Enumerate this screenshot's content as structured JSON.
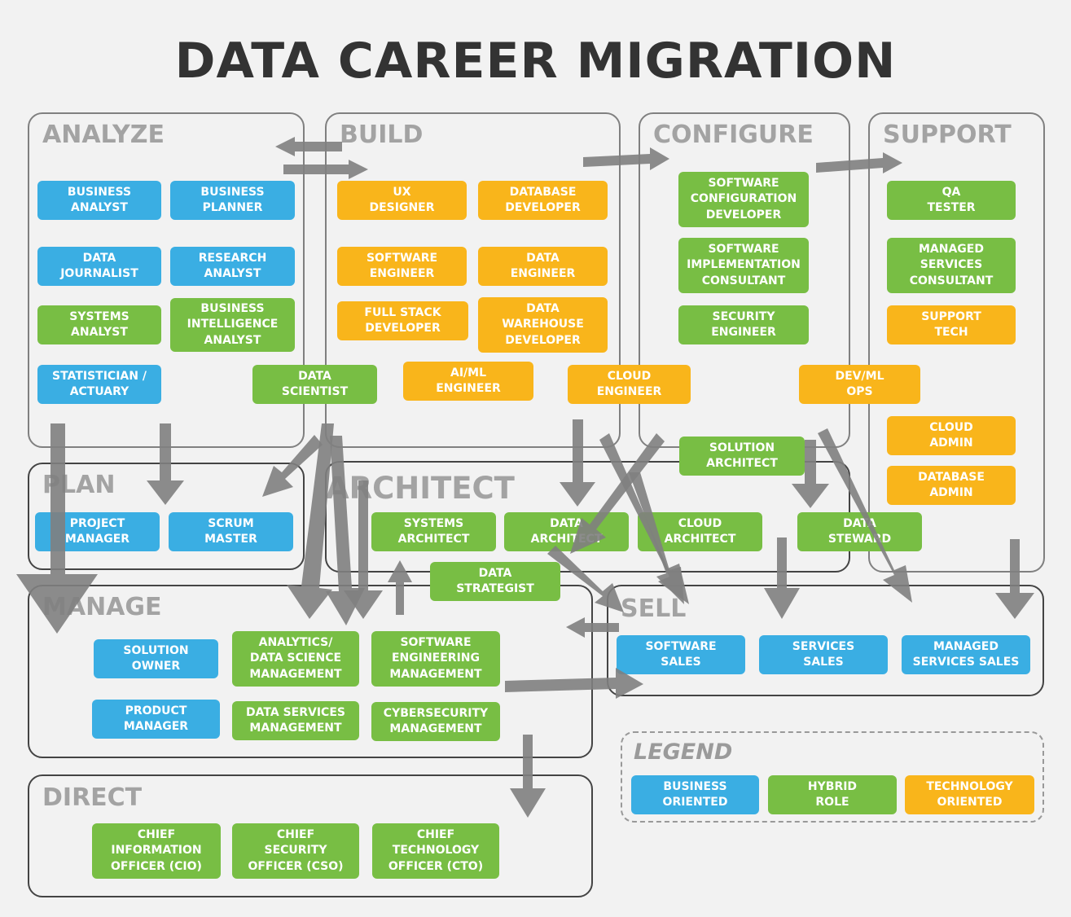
{
  "title": "DATA CAREER MIGRATION",
  "colors": {
    "business": "#3aaee3",
    "hybrid": "#78be44",
    "technology": "#f9b51b",
    "arrow": "#808080"
  },
  "regions": {
    "analyze": "ANALYZE",
    "build": "BUILD",
    "configure": "CONFIGURE",
    "support": "SUPPORT",
    "plan": "PLAN",
    "architect": "ARCHITECT",
    "manage": "MANAGE",
    "sell": "SELL",
    "direct": "DIRECT"
  },
  "roles": {
    "business_analyst": "BUSINESS\nANALYST",
    "business_planner": "BUSINESS\nPLANNER",
    "data_journalist": "DATA\nJOURNALIST",
    "research_analyst": "RESEARCH\nANALYST",
    "systems_analyst": "SYSTEMS\nANALYST",
    "bi_analyst": "BUSINESS\nINTELLIGENCE\nANALYST",
    "statistician": "STATISTICIAN /\nACTUARY",
    "data_scientist": "DATA\nSCIENTIST",
    "ux_designer": "UX\nDESIGNER",
    "database_developer": "DATABASE\nDEVELOPER",
    "software_engineer": "SOFTWARE\nENGINEER",
    "data_engineer": "DATA\nENGINEER",
    "full_stack_developer": "FULL STACK\nDEVELOPER",
    "data_warehouse_developer": "DATA\nWAREHOUSE\nDEVELOPER",
    "ai_ml_engineer": "AI/ML\nENGINEER",
    "cloud_engineer": "CLOUD\nENGINEER",
    "software_configuration_developer": "SOFTWARE\nCONFIGURATION\nDEVELOPER",
    "software_implementation_consultant": "SOFTWARE\nIMPLEMENTATION\nCONSULTANT",
    "security_engineer": "SECURITY\nENGINEER",
    "dev_ml_ops": "DEV/ML\nOPS",
    "qa_tester": "QA\nTESTER",
    "managed_services_consultant": "MANAGED\nSERVICES\nCONSULTANT",
    "support_tech": "SUPPORT\nTECH",
    "cloud_admin": "CLOUD\nADMIN",
    "database_admin": "DATABASE\nADMIN",
    "solution_architect": "SOLUTION\nARCHITECT",
    "project_manager": "PROJECT\nMANAGER",
    "scrum_master": "SCRUM\nMASTER",
    "systems_architect": "SYSTEMS\nARCHITECT",
    "data_architect": "DATA\nARCHITECT",
    "cloud_architect": "CLOUD\nARCHITECT",
    "data_steward": "DATA\nSTEWARD",
    "data_strategist": "DATA\nSTRATEGIST",
    "solution_owner": "SOLUTION\nOWNER",
    "analytics_ds_management": "ANALYTICS/\nDATA SCIENCE\nMANAGEMENT",
    "software_engineering_management": "SOFTWARE\nENGINEERING\nMANAGEMENT",
    "product_manager": "PRODUCT\nMANAGER",
    "data_services_management": "DATA SERVICES\nMANAGEMENT",
    "cybersecurity_management": "CYBERSECURITY\nMANAGEMENT",
    "software_sales": "SOFTWARE\nSALES",
    "services_sales": "SERVICES\nSALES",
    "managed_services_sales": "MANAGED\nSERVICES SALES",
    "cio": "CHIEF\nINFORMATION\nOFFICER (CIO)",
    "cso": "CHIEF\nSECURITY\nOFFICER (CSO)",
    "cto": "CHIEF\nTECHNOLOGY\nOFFICER (CTO)"
  },
  "legend": {
    "title": "LEGEND",
    "business": "BUSINESS\nORIENTED",
    "hybrid": "HYBRID\nROLE",
    "technology": "TECHNOLOGY\nORIENTED"
  }
}
